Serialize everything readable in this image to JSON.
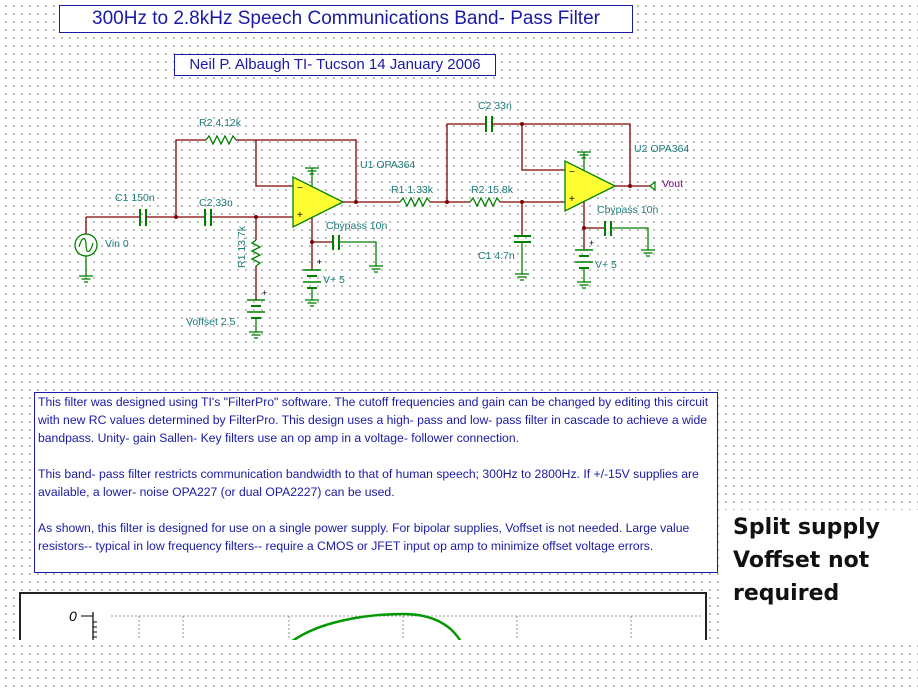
{
  "title": "300Hz to 2.8kHz Speech Communications Band- Pass Filter",
  "author": "Neil P. Albaugh  TI- Tucson  14 January 2006",
  "components": {
    "r2_1": "R2 4.12k",
    "c1_1": "C1 150n",
    "c2_1": "C2 33n",
    "r1_1": "R1 13.7k",
    "vin": "Vin 0",
    "u1": "U1 OPA364",
    "cbypass_1": "Cbypass 10n",
    "vplus_1": "V+ 5",
    "voffset": "Voffset 2.5",
    "r1_2": "R1 1.33k",
    "r2_2": "R2 15.8k",
    "c2_2": "C2 33n",
    "c1_2": "C1 4.7n",
    "u2": "U2 OPA364",
    "vout": "Vout",
    "cbypass_2": "Cbypass 10n",
    "vplus_2": "V+ 5"
  },
  "notes": [
    "This filter was designed using TI's \"FilterPro\" software. The cutoff frequencies and gain can be changed by editing this circuit with new RC values determined by FilterPro. This design uses a high- pass and low- pass filter in cascade to achieve a wide bandpass. Unity- gain Sallen- Key filters use an op amp in a voltage- follower connection.",
    "This band- pass filter restricts communication bandwidth to that of human speech; 300Hz to 2800Hz. If +/-15V supplies are available, a lower- noise OPA227 (or dual OPA2227) can be used.",
    "As shown, this filter is designed for use on a single power supply. For bipolar supplies, Voffset is not needed. Large value resistors-- typical in low frequency filters-- require a CMOS or JFET input op amp to minimize offset voltage errors."
  ],
  "side_note": "Split supply Voffset not required",
  "plot": {
    "y_tick_label": "0"
  },
  "colors": {
    "wire": "#800000",
    "label": "#1a7a7a",
    "textbox": "#1a1aa6",
    "opamp_fill": "#ffff33",
    "ground": "#008000",
    "curve": "#009900"
  }
}
